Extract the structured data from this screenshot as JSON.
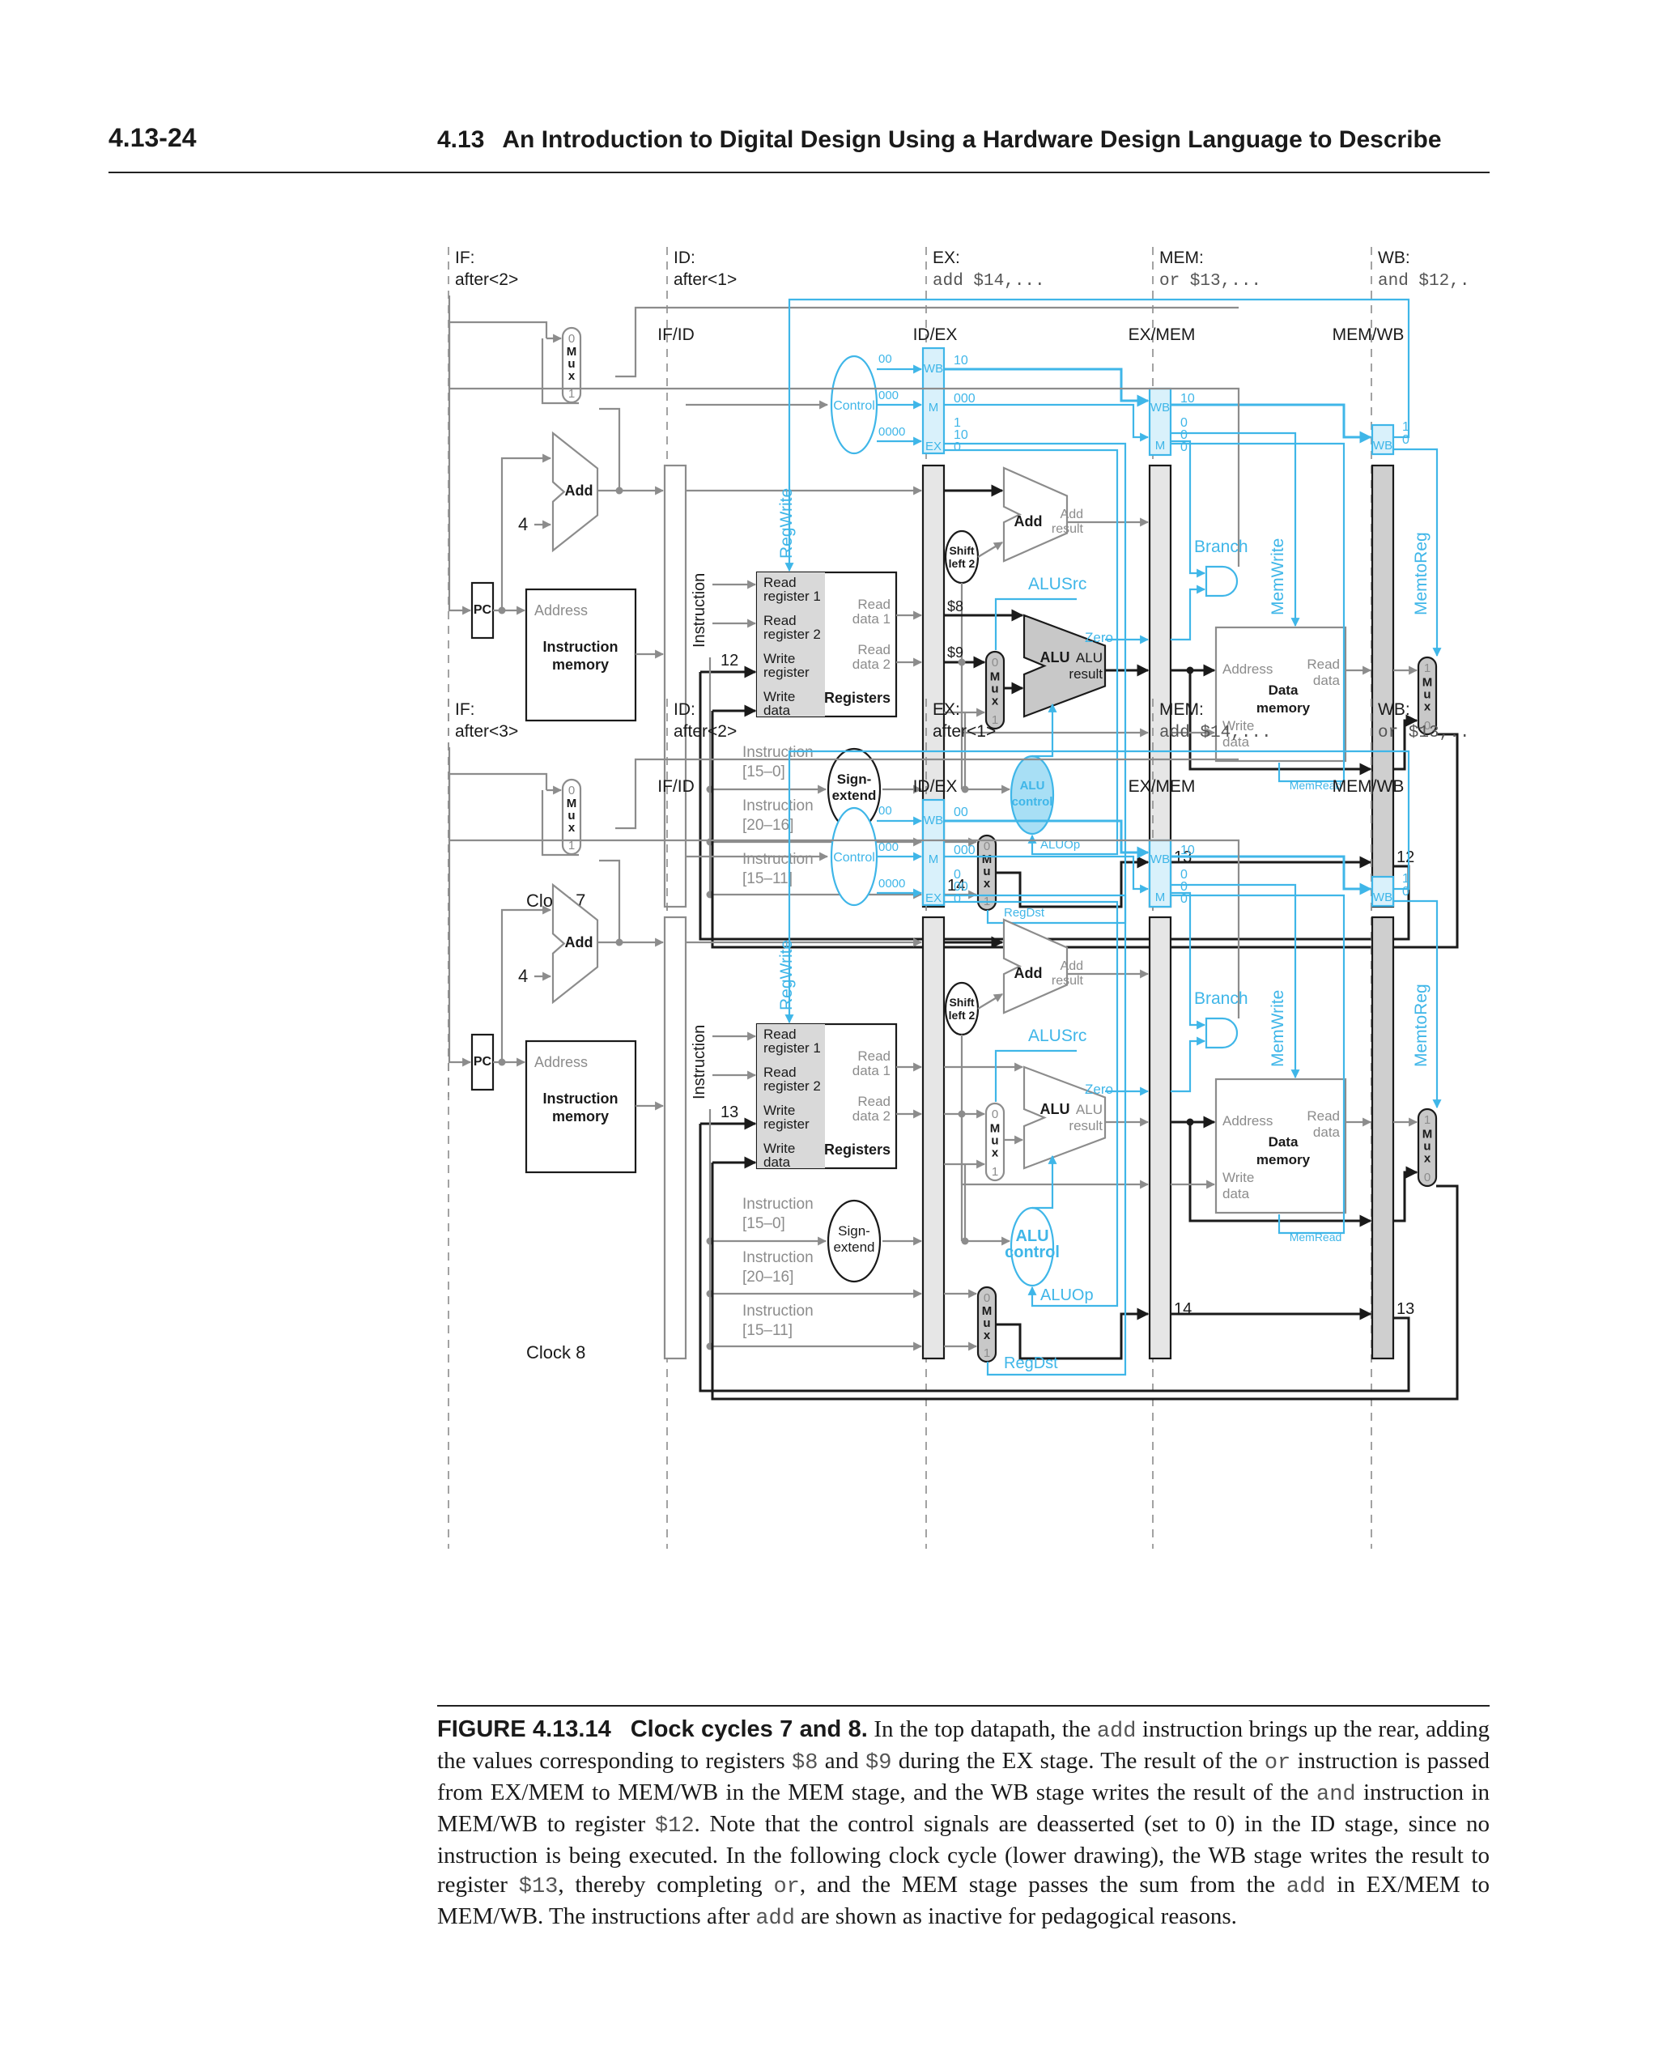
{
  "header": {
    "page_number": "4.13-24",
    "section_number": "4.13",
    "section_title": "An Introduction to Digital Design Using a Hardware Design Language to Describe"
  },
  "diagrams": [
    {
      "clock": "Clock 7",
      "stages": [
        {
          "name": "IF:",
          "instr": "after<2>",
          "mono": false
        },
        {
          "name": "ID:",
          "instr": "after<1>",
          "mono": false
        },
        {
          "name": "EX:",
          "instr": "add $14,...",
          "mono": true
        },
        {
          "name": "MEM:",
          "instr": "or $13,...",
          "mono": true
        },
        {
          "name": "WB:",
          "instr": "and $12,.",
          "mono": true
        }
      ],
      "write_reg": "12",
      "rs_value": "$8",
      "rt_value": "$9",
      "dst_reg": "14",
      "exmem_reg": "13",
      "memwb_reg": "12",
      "idex_wb": "10",
      "idex_m": "000",
      "idex_ex": [
        "1",
        "10",
        "0"
      ],
      "exmem_wb": "10",
      "exmem_m": [
        "0",
        "0",
        "0"
      ],
      "memwb_bits": [
        "1",
        "0"
      ]
    },
    {
      "clock": "Clock 8",
      "stages": [
        {
          "name": "IF:",
          "instr": "after<3>",
          "mono": false
        },
        {
          "name": "ID:",
          "instr": "after<2>",
          "mono": false
        },
        {
          "name": "EX:",
          "instr": "after<1>",
          "mono": false
        },
        {
          "name": "MEM:",
          "instr": "add $14,...",
          "mono": true
        },
        {
          "name": "WB:",
          "instr": "or $13,..",
          "mono": true
        }
      ],
      "write_reg": "13",
      "rs_value": "",
      "rt_value": "",
      "dst_reg": "",
      "exmem_reg": "14",
      "memwb_reg": "13",
      "idex_wb": "00",
      "idex_m": "000",
      "idex_ex": [
        "0",
        "00",
        "0"
      ],
      "exmem_wb": "10",
      "exmem_m": [
        "0",
        "0",
        "0"
      ],
      "memwb_bits": [
        "1",
        "0"
      ]
    }
  ],
  "labels": {
    "pipeline_regs": [
      "IF/ID",
      "ID/EX",
      "EX/MEM",
      "MEM/WB"
    ],
    "pc": "PC",
    "add": "Add",
    "four": "4",
    "address": "Address",
    "instruction_memory": [
      "Instruction",
      "memory"
    ],
    "instruction": "Instruction",
    "read_register_1": [
      "Read",
      "register 1"
    ],
    "read_register_2": [
      "Read",
      "register 2"
    ],
    "write_register": [
      "Write",
      "register"
    ],
    "write_data": [
      "Write",
      "data"
    ],
    "read_data_1": [
      "Read",
      "data 1"
    ],
    "read_data_2": [
      "Read",
      "data 2"
    ],
    "registers": "Registers",
    "control": "Control",
    "control_bits": [
      "00",
      "000",
      "0000"
    ],
    "wb": "WB",
    "m": "M",
    "ex": "EX",
    "reg_write": "RegWrite",
    "mem_write": "MemWrite",
    "memto_reg": "MemtoReg",
    "branch": "Branch",
    "alu_src": "ALUSrc",
    "alu_op": "ALUOp",
    "reg_dst": "RegDst",
    "mem_read": "MemRead",
    "shift_left_2": [
      "Shift",
      "left 2"
    ],
    "add_result": [
      "Add",
      "result"
    ],
    "alu": "ALU",
    "alu_result": [
      "ALU",
      "result"
    ],
    "zero": "Zero",
    "alu_control": [
      "ALU",
      "control"
    ],
    "sign_extend": [
      "Sign-",
      "extend"
    ],
    "instr_15_0": [
      "Instruction",
      "[15–0]"
    ],
    "instr_20_16": [
      "Instruction",
      "[20–16]"
    ],
    "instr_15_11": [
      "Instruction",
      "[15–11]"
    ],
    "data_memory": [
      "Data",
      "memory"
    ],
    "read_data": [
      "Read",
      "data"
    ],
    "mux_letters": [
      "M",
      "u",
      "x"
    ]
  },
  "caption": {
    "figure": "FIGURE 4.13.14",
    "title": "Clock cycles 7 and 8.",
    "parts": [
      " In the top datapath, the ",
      "add",
      " instruction brings up the rear, adding the values corresponding to registers ",
      "$8",
      " and ",
      "$9",
      " during the EX stage. The result of the ",
      "or",
      " instruction is passed from EX/MEM to MEM/WB in the MEM stage, and the WB stage writes the result of the ",
      "and",
      " instruction in MEM/WB to register ",
      "$12",
      ". Note that the control signals are deasserted (set to 0) in the ID stage, since no instruction is being executed. In the following clock cycle (lower drawing), the WB stage writes the result to register ",
      "$13",
      ", thereby completing ",
      "or",
      ", and the MEM stage passes the sum from the ",
      "add",
      " in EX/MEM to MEM/WB. The instructions after ",
      "add",
      " are shown as inactive for pedagogical reasons."
    ]
  },
  "colors": {
    "active": "#1a1a1a",
    "inactive": "#8c8c8c",
    "control": "#3fb6e8",
    "shaded_unit": "#c8c8c8",
    "control_fill": "#d9f1fb"
  }
}
